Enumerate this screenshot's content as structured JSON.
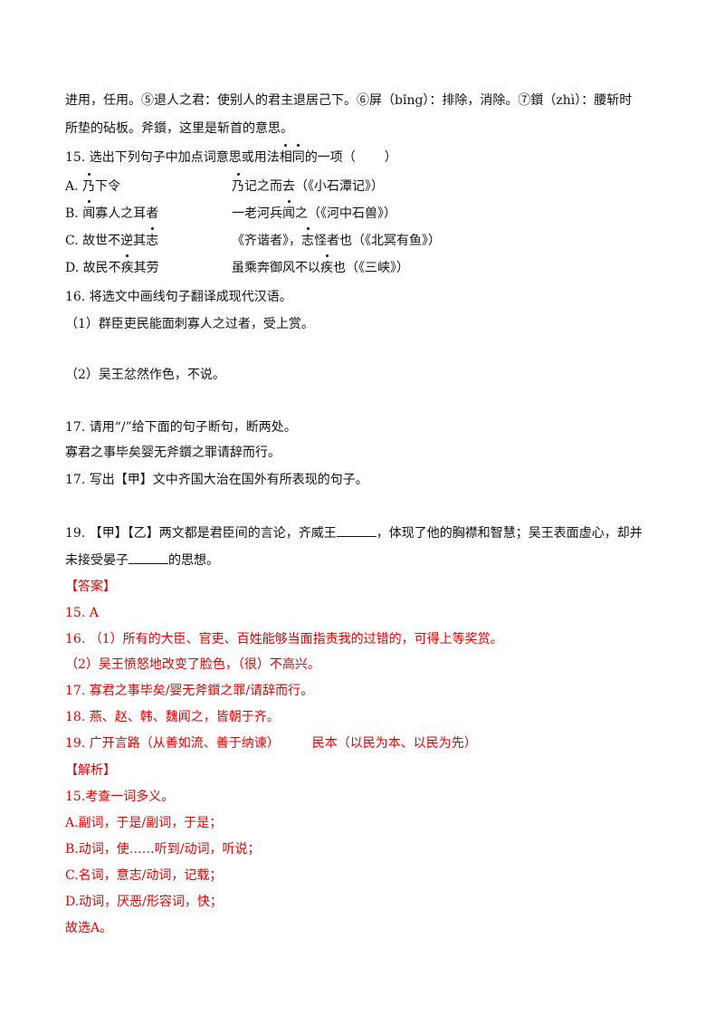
{
  "notes": {
    "line1": "进用，任用。⑤退人之君：使别人的君主退居己下。⑥屏（bǐng）：排除，消除。⑦鑕（zhì）：腰斩时",
    "line2": "所垫的砧板。斧鑕，这里是斩首的意思。"
  },
  "q15": {
    "stem_a": "15. 选出下列句子中加点词意思或用法",
    "stem_dot1": "相",
    "stem_dot2": "同",
    "stem_b": "的一项（",
    "stem_c": "）",
    "options": [
      {
        "label": "A.",
        "left_pre": "",
        "left_dot": "乃",
        "left_post": "下令",
        "right_pre": "",
        "right_dot": "乃",
        "right_post": "记之而去（《小石潭记》）"
      },
      {
        "label": "B.",
        "left_pre": "",
        "left_dot": "闻",
        "left_post": "寡人之耳者",
        "right_pre": "一老河兵",
        "right_dot": "闻",
        "right_post": "之（《河中石兽》）"
      },
      {
        "label": "C.",
        "left_pre": "故世不逆其",
        "left_dot": "志",
        "left_post": "",
        "right_pre": "《齐谐者》，",
        "right_dot": "志",
        "right_post": "怪者也（《北冥有鱼》）"
      },
      {
        "label": "D.",
        "left_pre": "故民不",
        "left_dot": "疾",
        "left_post": "其劳",
        "right_pre": "虽乘奔御风不以",
        "right_dot": "疾",
        "right_post": "也（《三峡》）"
      }
    ]
  },
  "q16": {
    "stem": "16. 将选文中画线句子翻译成现代汉语。",
    "s1": "（1）群臣吏民能面刺寡人之过者，受上赏。",
    "s2": "（2）吴王忿然作色，不说。"
  },
  "q17": {
    "stem": "17. 请用“/”给下面的句子断句，断两处。",
    "sentence": "寡君之事毕矣婴无斧鑕之罪请辞而行。"
  },
  "q18": {
    "stem": "17. 写出【甲】文中齐国大治在国外有所表现的句子。"
  },
  "q19": {
    "line1_a": "19. 【甲】【乙】两文都是君臣间的言论，齐威王",
    "line1_b": "，体现了他的胸襟和智慧；吴王表面虚心，却并",
    "line2_a": "未接受晏子",
    "line2_b": "的思想。"
  },
  "answer": {
    "header": "【答案】",
    "a15": "15. A",
    "a16_1": "16. （1）所有的大臣、官吏、百姓能够当面指责我的过错的，可得上等奖赏。",
    "a16_2": "（2）吴王愤怒地改变了脸色，（很）不高兴。",
    "a17": "17. 寡君之事毕矣/婴无斧鑕之罪/请辞而行。",
    "a18": "18. 燕、赵、韩、魏闻之，皆朝于齐。",
    "a19_a": "19.  广开言路（从善如流、善于纳谏）",
    "a19_b": "民本（以民为本、以民为先）"
  },
  "analysis": {
    "header": "【解析】",
    "l1": "15.考查一词多义。",
    "l2": "A.副词，于是/副词，于是；",
    "l3": "B.动词，使……听到/动词，听说；",
    "l4": "C.名词，意志/动词，记载；",
    "l5": "D.动词，厌恶/形容词，快；",
    "l6": "故选A。"
  }
}
